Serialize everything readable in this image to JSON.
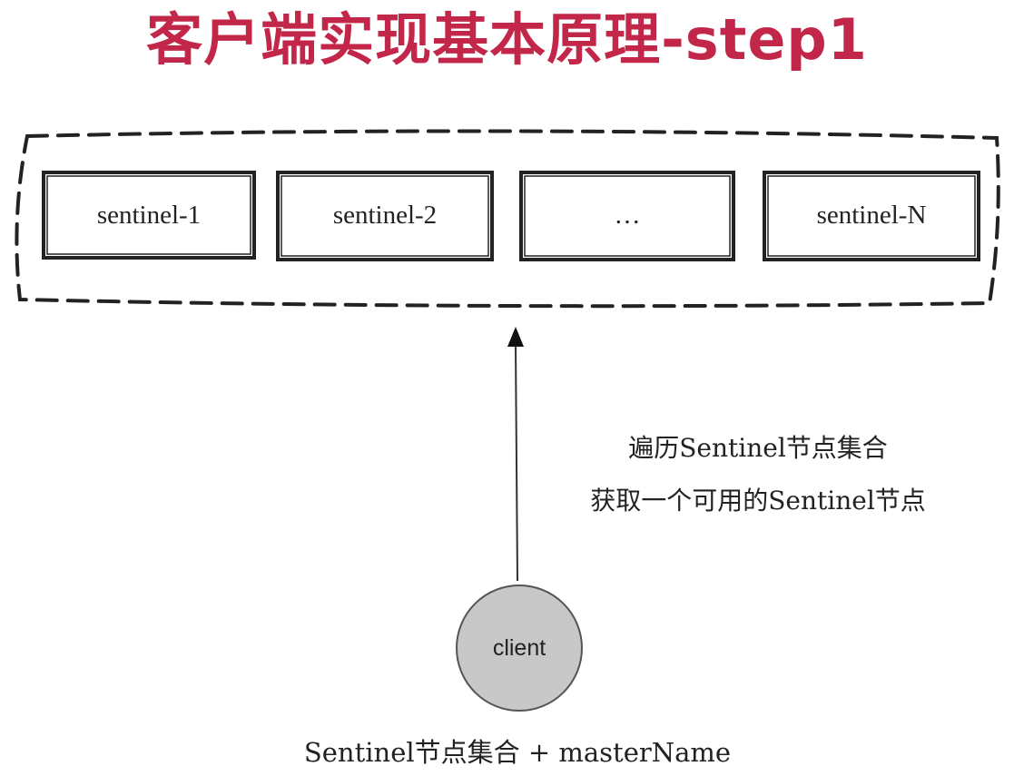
{
  "title": "客户端实现基本原理-step1",
  "nodes": [
    "sentinel-1",
    "sentinel-2",
    "…",
    "sentinel-N"
  ],
  "annotation": {
    "line1": "遍历Sentinel节点集合",
    "line2": "获取一个可用的Sentinel节点"
  },
  "client": "client",
  "footer": "Sentinel节点集合 + masterName",
  "colors": {
    "title": "#c2274a",
    "client_fill": "#c8c8c8"
  }
}
